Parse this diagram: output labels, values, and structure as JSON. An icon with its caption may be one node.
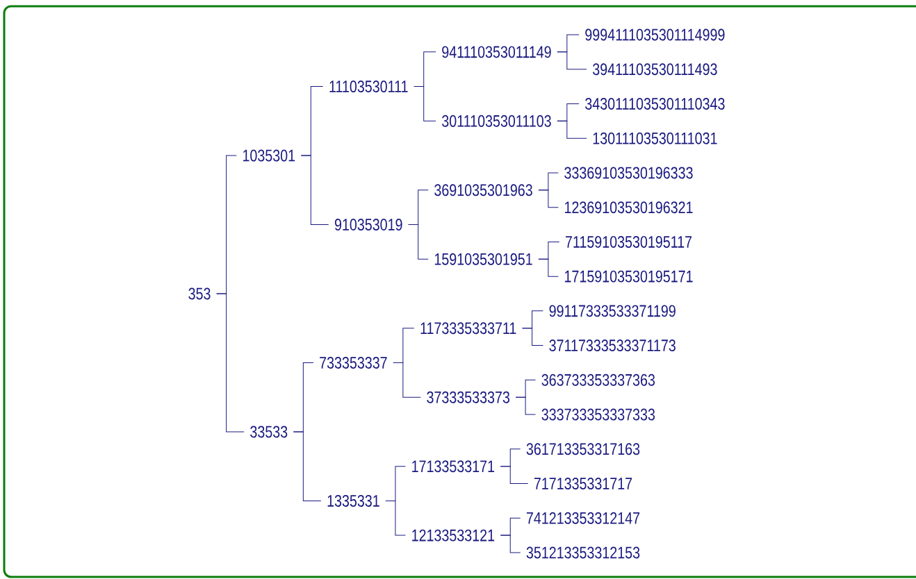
{
  "diagram": {
    "nodes": [
      {
        "text": [
          "353"
        ]
      },
      {
        "text": [
          "1035301"
        ]
      },
      {
        "text": [
          "11103530111"
        ]
      },
      {
        "text": [
          "941110353011149"
        ]
      },
      {
        "text": [
          "9994111035301114999"
        ]
      },
      {
        "text": [
          "39411103530111493"
        ]
      },
      {
        "text": [
          "301110353011103"
        ]
      },
      {
        "text": [
          "3430111035301110343"
        ]
      },
      {
        "text": [
          "13011103530111031"
        ]
      },
      {
        "text": [
          "910353019"
        ]
      },
      {
        "text": [
          "3691035301963"
        ]
      },
      {
        "text": [
          "33369103530196333"
        ]
      },
      {
        "text": [
          "12369103530196321"
        ]
      },
      {
        "text": [
          "1591035301951"
        ]
      },
      {
        "text": [
          "71159103530195117"
        ]
      },
      {
        "text": [
          "17159103530195171"
        ]
      },
      {
        "text": [
          "33533"
        ]
      },
      {
        "text": [
          "733353337"
        ]
      },
      {
        "text": [
          "1173335333711"
        ]
      },
      {
        "text": [
          "99117333533371199"
        ]
      },
      {
        "text": [
          "37117333533371173"
        ]
      },
      {
        "text": [
          "37333533373"
        ]
      },
      {
        "text": [
          "363733353337363"
        ]
      },
      {
        "text": [
          "333733353337333"
        ]
      },
      {
        "text": [
          "1335331"
        ]
      },
      {
        "text": [
          "17133533171"
        ]
      },
      {
        "text": [
          "361713353317163"
        ]
      },
      {
        "text": [
          "7171335331717"
        ]
      },
      {
        "text": [
          "12133533121"
        ]
      },
      {
        "text": [
          "741213353312147"
        ]
      },
      {
        "text": [
          "351213353312153"
        ]
      }
    ],
    "edges": [
      {
        "from": 0,
        "to": 1,
        "arrow": "none"
      },
      {
        "from": 1,
        "to": 2,
        "arrow": "none"
      },
      {
        "from": 2,
        "to": 3,
        "arrow": "none"
      },
      {
        "from": 3,
        "to": 4,
        "arrow": "none"
      },
      {
        "from": 3,
        "to": 5,
        "arrow": "none"
      },
      {
        "from": 2,
        "to": 6,
        "arrow": "none"
      },
      {
        "from": 6,
        "to": 7,
        "arrow": "none"
      },
      {
        "from": 6,
        "to": 8,
        "arrow": "none"
      },
      {
        "from": 1,
        "to": 9,
        "arrow": "none"
      },
      {
        "from": 9,
        "to": 10,
        "arrow": "none"
      },
      {
        "from": 10,
        "to": 11,
        "arrow": "none"
      },
      {
        "from": 10,
        "to": 12,
        "arrow": "none"
      },
      {
        "from": 9,
        "to": 13,
        "arrow": "none"
      },
      {
        "from": 13,
        "to": 14,
        "arrow": "none"
      },
      {
        "from": 13,
        "to": 15,
        "arrow": "none"
      },
      {
        "from": 0,
        "to": 16,
        "arrow": "none"
      },
      {
        "from": 16,
        "to": 17,
        "arrow": "none"
      },
      {
        "from": 17,
        "to": 18,
        "arrow": "none"
      },
      {
        "from": 18,
        "to": 19,
        "arrow": "none"
      },
      {
        "from": 18,
        "to": 20,
        "arrow": "none"
      },
      {
        "from": 17,
        "to": 21,
        "arrow": "none"
      },
      {
        "from": 21,
        "to": 22,
        "arrow": "none"
      },
      {
        "from": 21,
        "to": 23,
        "arrow": "none"
      },
      {
        "from": 16,
        "to": 24,
        "arrow": "none"
      },
      {
        "from": 24,
        "to": 25,
        "arrow": "none"
      },
      {
        "from": 25,
        "to": 26,
        "arrow": "none"
      },
      {
        "from": 25,
        "to": 27,
        "arrow": "none"
      },
      {
        "from": 24,
        "to": 28,
        "arrow": "none"
      },
      {
        "from": 28,
        "to": 29,
        "arrow": "none"
      },
      {
        "from": 28,
        "to": 30,
        "arrow": "none"
      }
    ]
  }
}
